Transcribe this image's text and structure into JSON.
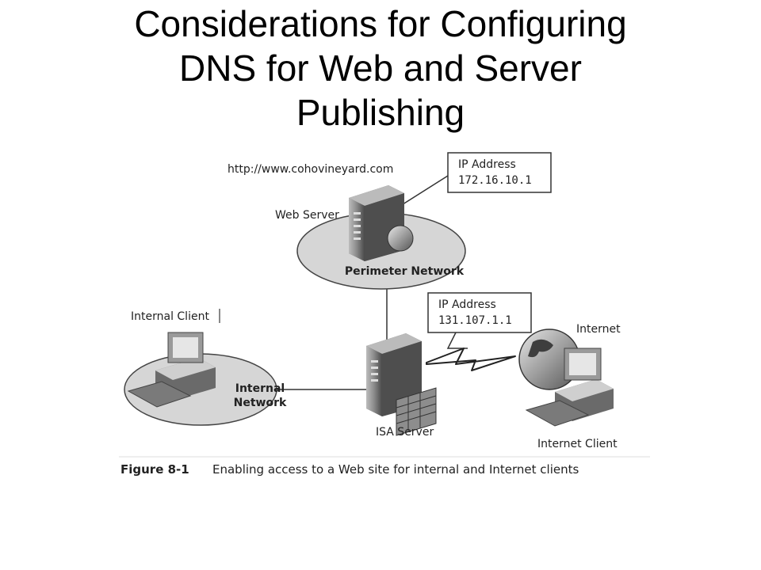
{
  "slide": {
    "title_lines": [
      "Considerations for Configuring",
      "DNS for Web and Server",
      "Publishing"
    ]
  },
  "diagram": {
    "url_label": "http://www.cohovineyard.com",
    "web_server_label": "Web Server",
    "perimeter_network_label": "Perimeter Network",
    "web_ip_box": {
      "line1": "IP Address",
      "line2": "172.16.10.1"
    },
    "isa_ip_box": {
      "line1": "IP Address",
      "line2": "131.107.1.1"
    },
    "internal_client_label": "Internal Client",
    "internal_network_label_1": "Internal",
    "internal_network_label_2": "Network",
    "isa_server_label": "ISA Server",
    "internet_label": "Internet",
    "internet_client_label": "Internet Client"
  },
  "figure_caption": {
    "number": "Figure 8-1",
    "text": "Enabling access to a Web site for internal and Internet clients"
  },
  "colors": {
    "ellipse_fill": "#d6d6d6",
    "server_dark": "#5a5a5a",
    "server_light": "#9a9a9a",
    "line": "#333333"
  }
}
